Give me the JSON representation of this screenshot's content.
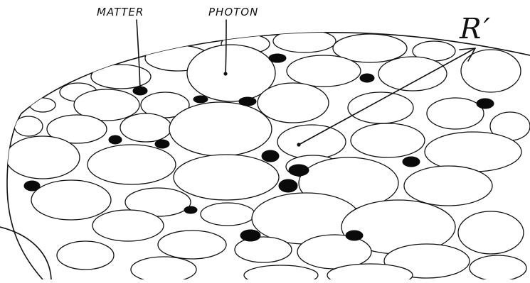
{
  "labels": {
    "matter": "MATTER",
    "photon": "PHOTON",
    "radius": "R′"
  },
  "colors": {
    "ink": "#111111",
    "background": "#ffffff"
  }
}
